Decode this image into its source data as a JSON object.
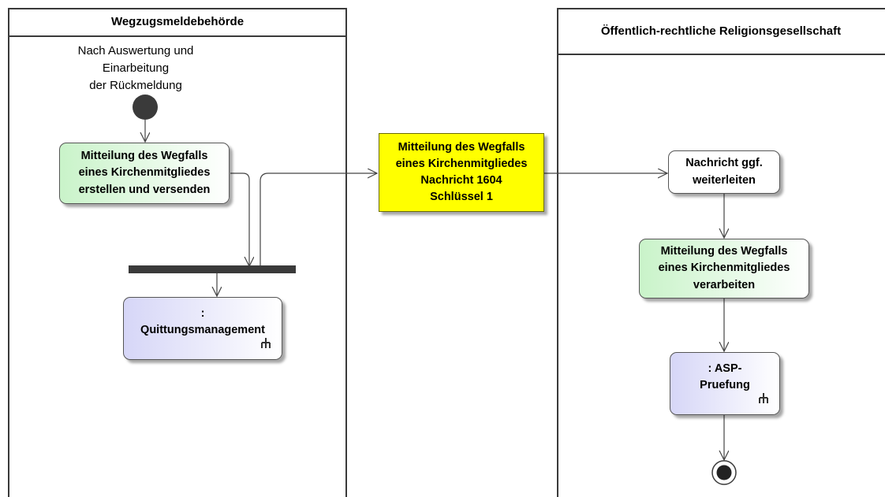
{
  "lanes": {
    "left_title": "Wegzugsmeldebehörde",
    "right_title": "Öffentlich-rechtliche\nReligionsgesellschaft"
  },
  "start_note": "Nach Auswertung und\nEinarbeitung\nder Rückmeldung",
  "activities": {
    "create_send": "Mitteilung des Wegfalls\neines Kirchenmitgliedes\nerstellen und versenden",
    "forward": "Nachricht ggf.\nweiterleiten",
    "process": "Mitteilung des Wegfalls\neines Kirchenmitgliedes\nverarbeiten"
  },
  "message": "Mitteilung des Wegfalls\neines Kirchenmitgliedes\nNachricht 1604\nSchlüssel 1",
  "subactivities": {
    "quittung": ":\nQuittungsmanagement",
    "asp": ": ASP-\nPruefung"
  },
  "colors": {
    "activity_green": "#c9f3c9",
    "subactivity_purple": "#d6d6f7",
    "message_yellow": "#ffff00",
    "fork_bar": "#3a3a3a"
  },
  "icons": [
    "rake-icon",
    "initial-node-icon",
    "final-node-icon"
  ]
}
